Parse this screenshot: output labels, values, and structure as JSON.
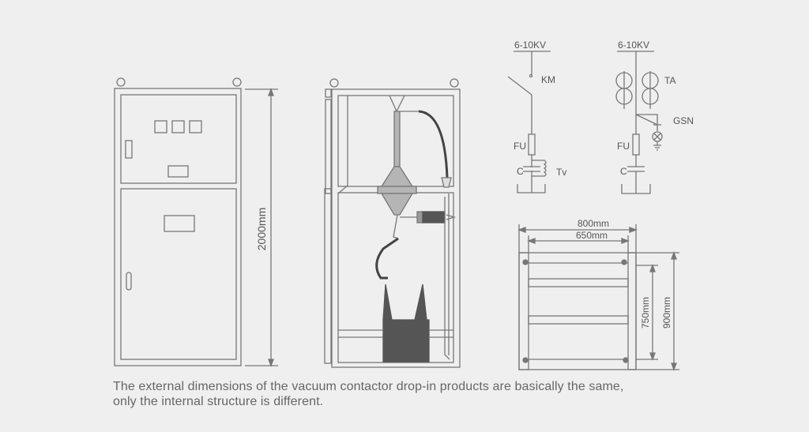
{
  "labels": {
    "height_left": "2000mm",
    "sld1_voltage": "6-10KV",
    "sld1_km": "KM",
    "sld1_fu": "FU",
    "sld1_c": "C",
    "sld1_tv": "Tv",
    "sld2_voltage": "6-10KV",
    "sld2_ta": "TA",
    "sld2_gsn": "GSN",
    "sld2_fu": "FU",
    "sld2_c": "C",
    "width_outer": "800mm",
    "width_inner": "650mm",
    "depth_inner": "750mm",
    "depth_outer": "900mm"
  },
  "caption": {
    "line1": "The external dimensions of the vacuum contactor drop-in products are basically the same,",
    "line2": "only the internal structure is different."
  },
  "colors": {
    "line": "#777777",
    "fill_light": "#b5b5b5",
    "fill_dark": "#555555",
    "background": "#efefef"
  }
}
